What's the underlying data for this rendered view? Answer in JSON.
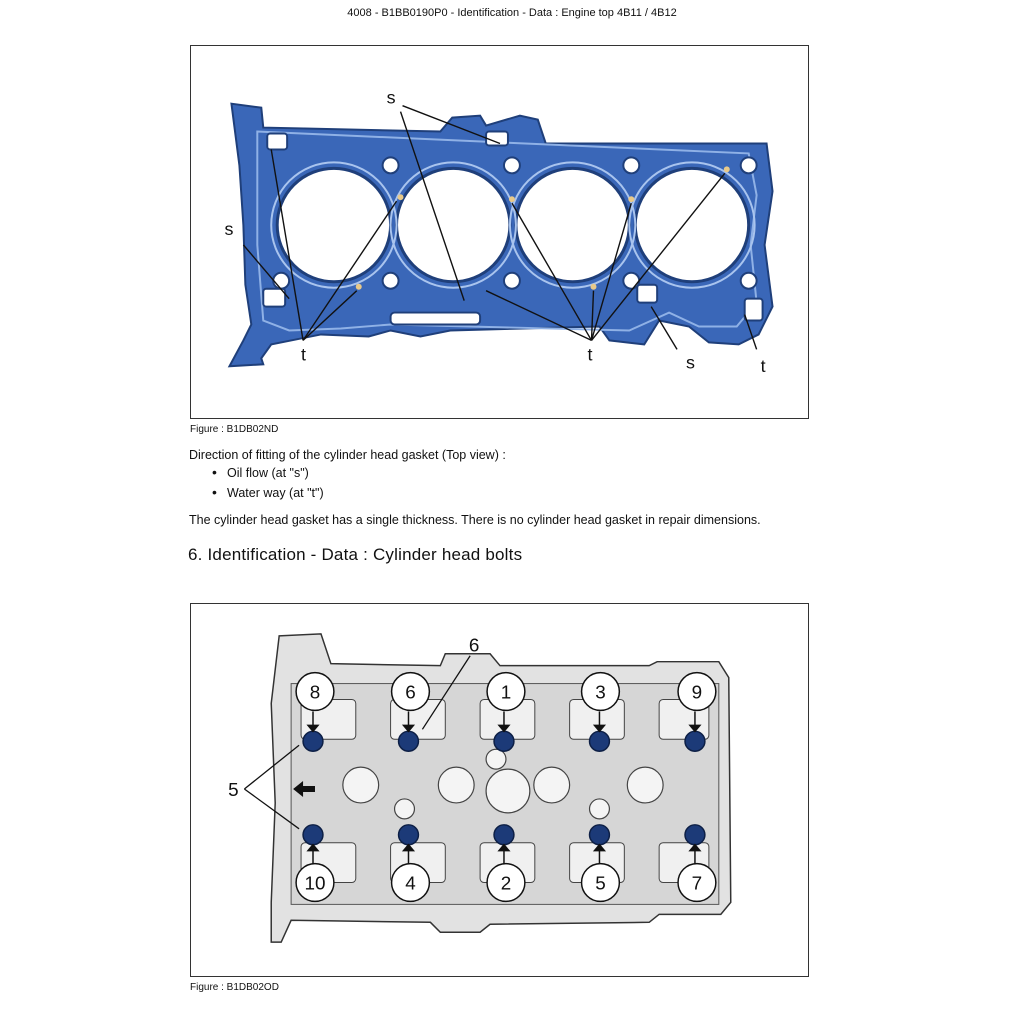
{
  "header": "4008 - B1BB0190P0 - Identification - Data : Engine top 4B11 / 4B12",
  "figure1": {
    "caption": "Figure : B1DB02ND",
    "labels": {
      "s": "s",
      "t": "t"
    }
  },
  "fitting_direction": {
    "intro": "Direction of fitting of the cylinder head gasket (Top view) :",
    "items": [
      "Oil flow (at \"s\")",
      "Water way (at \"t\")"
    ]
  },
  "thickness_note": "The cylinder head gasket has a single thickness. There is no cylinder head gasket in repair dimensions.",
  "section_title": "6. Identification - Data : Cylinder head bolts",
  "figure2": {
    "caption": "Figure : B1DB02OD",
    "top_row": [
      "8",
      "6",
      "1",
      "3",
      "9"
    ],
    "bottom_row": [
      "10",
      "4",
      "2",
      "5",
      "7"
    ],
    "callout_6": "6",
    "callout_5": "5"
  },
  "colors": {
    "gasket": "#3a67b8",
    "gasket_dark": "#1f3f7a",
    "head": "#e2e2e2",
    "bolt": "#1c3a78"
  }
}
